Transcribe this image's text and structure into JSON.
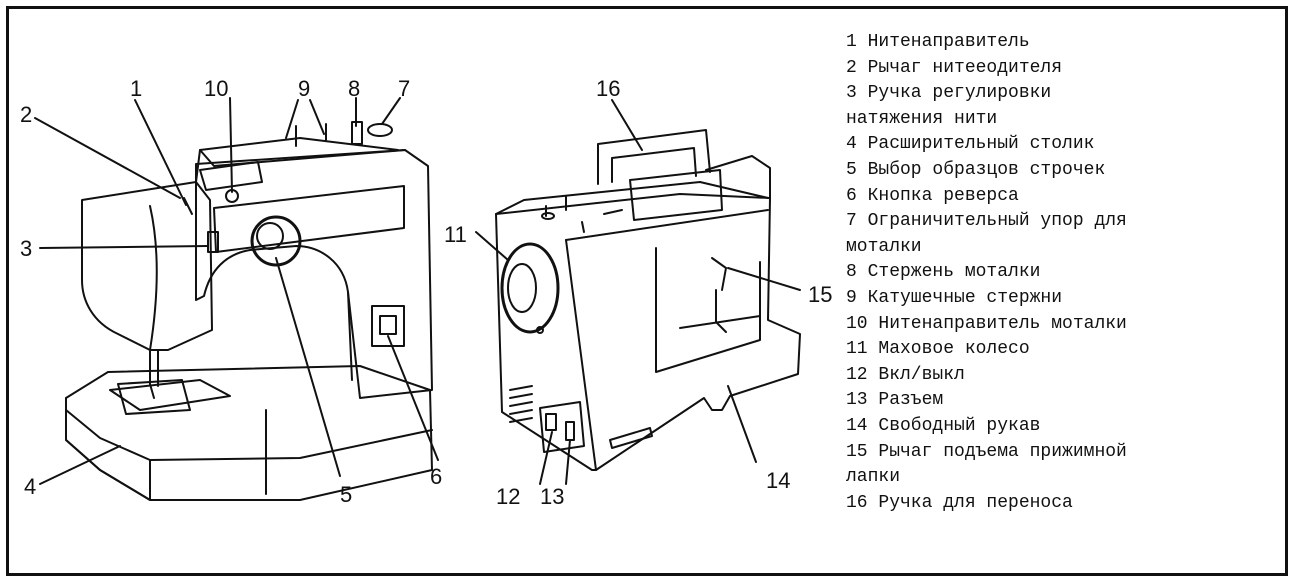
{
  "figure": {
    "callout_numbers": [
      "1",
      "2",
      "3",
      "4",
      "5",
      "6",
      "7",
      "8",
      "9",
      "10",
      "11",
      "12",
      "13",
      "14",
      "15",
      "16"
    ]
  },
  "legend": [
    {
      "line1": "1 Нитенаправитель"
    },
    {
      "line1": "2 Рычаг нитеeодителя"
    },
    {
      "line1": "3 Ручка регулировки",
      "line2": "натяжения нити"
    },
    {
      "line1": "4 Расширительный столик"
    },
    {
      "line1": "5 Выбор образцов строчек"
    },
    {
      "line1": "6 Кнопка реверса"
    },
    {
      "line1": "7 Ограничительный упор для",
      "line2": "моталки"
    },
    {
      "line1": "8 Стержень моталки"
    },
    {
      "line1": "9 Катушечные стержни"
    },
    {
      "line1": "10 Нитенаправитель моталки"
    },
    {
      "line1": "11 Маховое колесо"
    },
    {
      "line1": "12 Вкл/выкл"
    },
    {
      "line1": "13 Разъем"
    },
    {
      "line1": "14 Свободный рукав"
    },
    {
      "line1": "15 Рычаг подъема прижимной",
      "line2": "лапки"
    },
    {
      "line1": "16 Ручка для переноса"
    }
  ]
}
